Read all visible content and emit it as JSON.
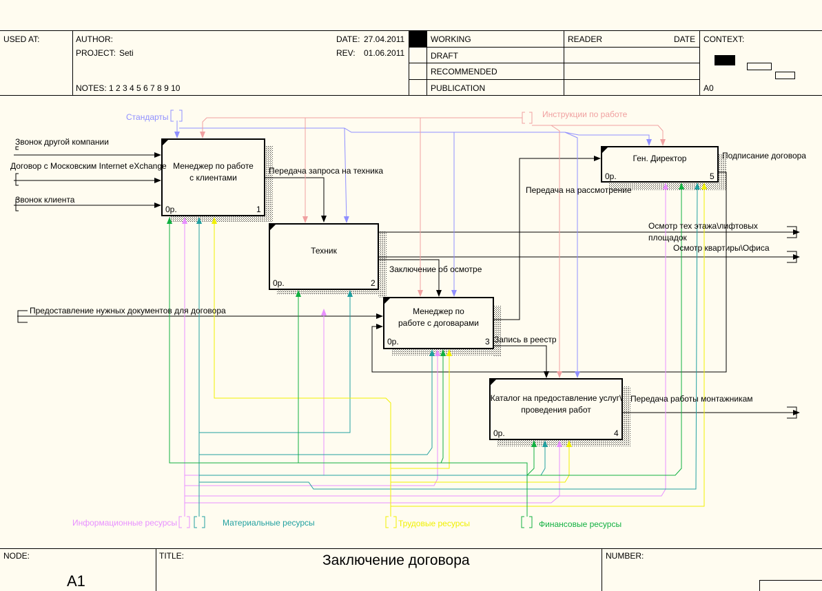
{
  "header": {
    "used_at": "USED AT:",
    "author": "AUTHOR:",
    "project_label": "PROJECT:",
    "project_value": "Seti",
    "notes": "NOTES:  1  2  3  4  5  6  7  8  9  10",
    "date_label": "DATE:",
    "date_value": "27.04.2011",
    "rev_label": "REV:",
    "rev_value": "01.06.2011",
    "status": [
      "WORKING",
      "DRAFT",
      "RECOMMENDED",
      "PUBLICATION"
    ],
    "reader": "READER",
    "reader_date": "DATE",
    "context": "CONTEXT:",
    "context_node": "A0"
  },
  "boxes": [
    {
      "id": "1",
      "title": [
        "Менеджер по работе",
        "с клиентами"
      ],
      "cost": "0р.",
      "number": "1"
    },
    {
      "id": "2",
      "title": [
        "Техник"
      ],
      "cost": "0р.",
      "number": "2"
    },
    {
      "id": "3",
      "title": [
        "Менеджер по",
        "работе с договарами"
      ],
      "cost": "0р.",
      "number": "3"
    },
    {
      "id": "4",
      "title": [
        "Каталог на предоставление услуг\\",
        "проведения работ"
      ],
      "cost": "0р.",
      "number": "4"
    },
    {
      "id": "5",
      "title": [
        "Ген. Директор"
      ],
      "cost": "0р.",
      "number": "5"
    }
  ],
  "arrows": {
    "standards": "Стандарты",
    "instructions": "Инструкции по работе",
    "call_other_company": "Звонок другой компании",
    "contract_msk_ix": "Договор с Московским Internet eXchange",
    "call_client": "Звонок клиента",
    "request_to_tech": "Передача запроса на техника",
    "to_review": "Передача на рассмотрение",
    "sign_contract": "Подписание договора",
    "inspect_floor": "Осмотр тех этажа\\лифтовых",
    "inspect_floor2": "площадок",
    "inspect_apartment": "Осмотр квартиры\\Офиса",
    "inspection_conclusion": "Заключение об осмотре",
    "documents": "Предоставление нужных документов для договора",
    "registry": "Запись в реестр",
    "to_installers": "Передача работы монтажникам",
    "info_resources": "Информационные ресурсы",
    "material_resources": "Материальные ресурсы",
    "labor_resources": "Трудовые ресурсы",
    "financial_resources": "Финансовые ресурсы"
  },
  "footer": {
    "node_label": "NODE:",
    "node_value": "A1",
    "title_label": "TITLE:",
    "title_value": "Заключение договора",
    "number_label": "NUMBER:"
  },
  "colors": {
    "standards": "#8f8fff",
    "instructions": "#f0a0a0",
    "info": "#e890ff",
    "material": "#20a0a0",
    "labor": "#f0f000",
    "financial": "#10b040"
  }
}
